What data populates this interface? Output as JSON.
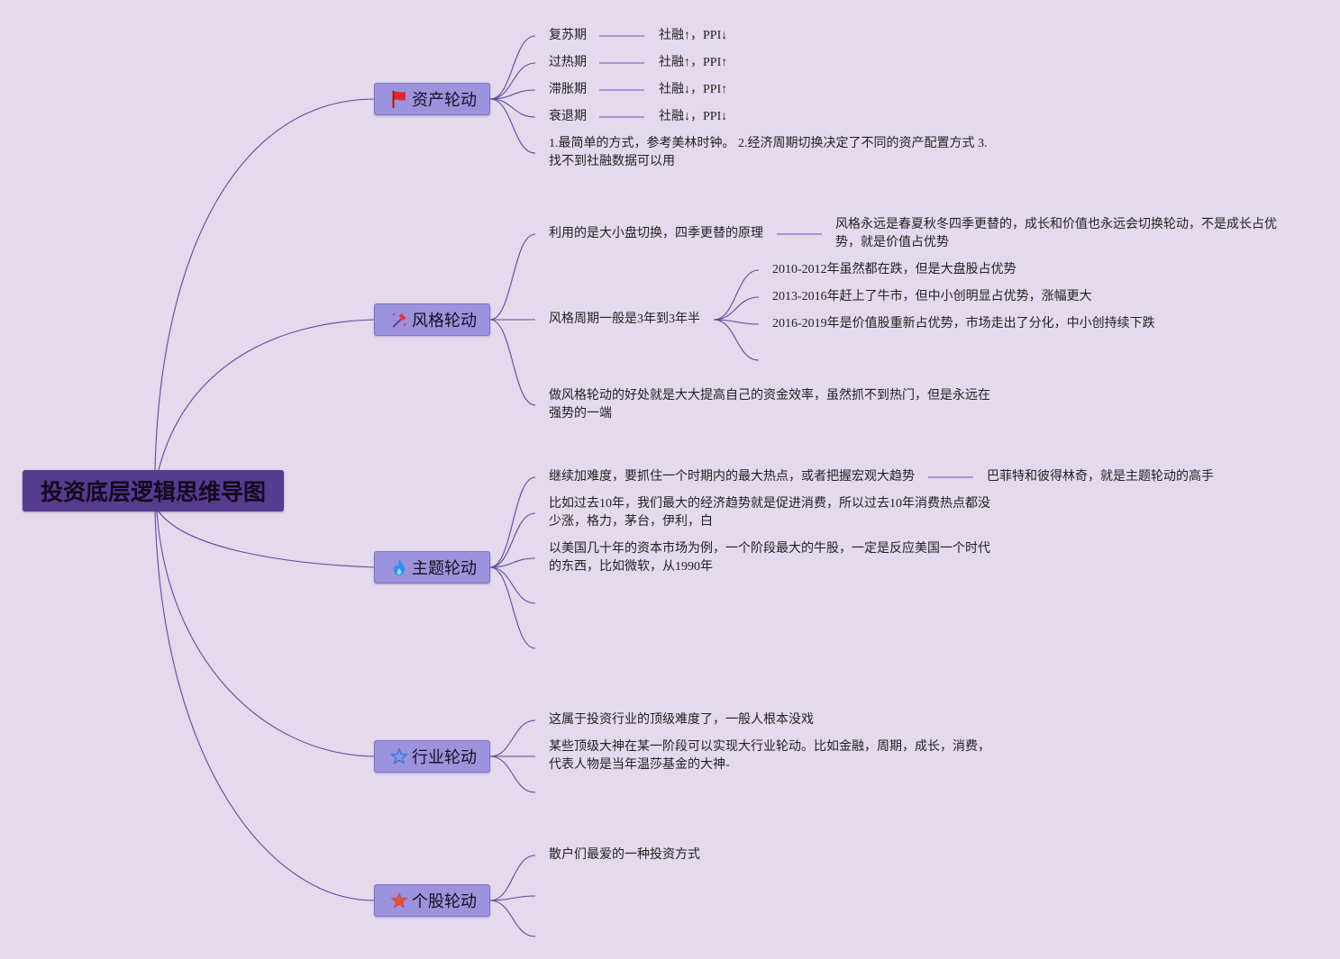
{
  "root": {
    "label": "投资底层逻辑思维导图"
  },
  "branches": [
    {
      "label": "资产轮动",
      "icon": "flag-icon",
      "children": [
        {
          "label": "复苏期",
          "detail": "社融↑，PPI↓"
        },
        {
          "label": "过热期",
          "detail": "社融↑，PPI↑"
        },
        {
          "label": "滞胀期",
          "detail": "社融↓，PPI↑"
        },
        {
          "label": "衰退期",
          "detail": "社融↓，PPI↓"
        },
        {
          "label": "1.最简单的方式，参考美林时钟。 2.经济周期切换决定了不同的资产配置方式 3.找不到社融数据可以用"
        }
      ]
    },
    {
      "label": "风格轮动",
      "icon": "hammer-icon",
      "children": [
        {
          "label": "利用的是大小盘切换，四季更替的原理",
          "detail": "风格永远是春夏秋冬四季更替的，成长和价值也永远会切换轮动，不是成长占优势，就是价值占优势"
        },
        {
          "label": "风格周期一般是3年到3年半",
          "children": [
            {
              "label": "2010-2012年虽然都在跌，但是大盘股占优势"
            },
            {
              "label": "2013-2016年赶上了牛市，但中小创明显占优势，涨幅更大"
            },
            {
              "label": "2016-2019年是价值股重新占优势，市场走出了分化，中小创持续下跌"
            }
          ]
        },
        {
          "label": "做风格轮动的好处就是大大提高自己的资金效率，虽然抓不到热门，但是永远在强势的一端"
        }
      ]
    },
    {
      "label": "主题轮动",
      "icon": "flame-icon",
      "children": [
        {
          "label": "继续加难度，要抓住一个时期内的最大热点，或者把握宏观大趋势",
          "detail": "巴菲特和彼得林奇，就是主题轮动的高手"
        },
        {
          "label": "比如过去10年，我们最大的经济趋势就是促进消费，所以过去10年消费热点都没少涨，格力，茅台，伊利，白"
        },
        {
          "label": "以美国几十年的资本市场为例，一个阶段最大的牛股，一定是反应美国一个时代的东西，比如微软，从1990年"
        }
      ]
    },
    {
      "label": "行业轮动",
      "icon": "star-outline-icon",
      "children": [
        {
          "label": "这属于投资行业的顶级难度了，一般人根本没戏"
        },
        {
          "label": "某些顶级大神在某一阶段可以实现大行业轮动。比如金融，周期，成长，消费，代表人物是当年温莎基金的大神-"
        }
      ]
    },
    {
      "label": "个股轮动",
      "icon": "star-icon",
      "children": [
        {
          "label": "散户们最爱的一种投资方式"
        }
      ]
    }
  ],
  "colors": {
    "background": "#e4d9ed",
    "root_fill": "#553c8f",
    "branch_fill": "#9d92dc",
    "branch_border": "#7e72c6",
    "line": "#5b4b9c",
    "connector": "#7d70c8",
    "text": "#222222"
  }
}
